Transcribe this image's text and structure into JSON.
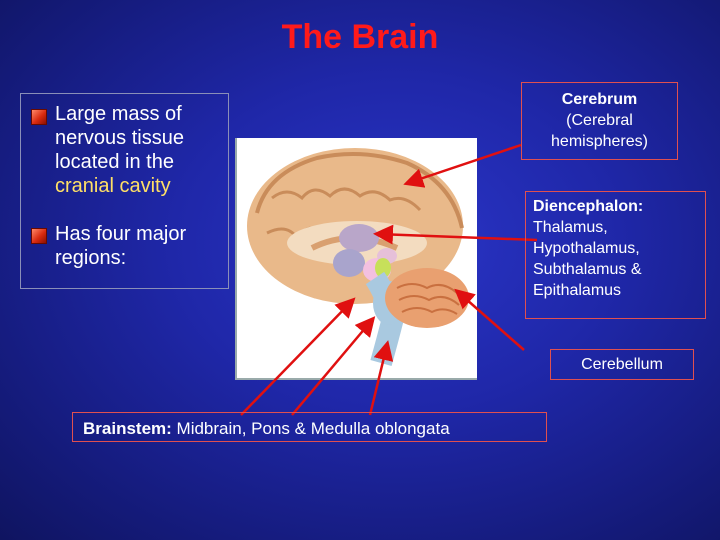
{
  "slide": {
    "title": "The Brain",
    "bullets": [
      {
        "text_pre": "Large mass of nervous tissue located in the ",
        "highlight": "cranial cavity"
      },
      {
        "text": "Has four major regions:"
      }
    ]
  },
  "labels": {
    "cerebrum": {
      "line1": "Cerebrum",
      "line2": "(Cerebral",
      "line3": "hemispheres)"
    },
    "diencephalon": {
      "heading": "Diencephalon:",
      "line1": "Thalamus,",
      "line2": "Hypothalamus,",
      "line3": "Subthalamus &",
      "line4": "Epithalamus"
    },
    "cerebellum": {
      "text": "Cerebellum"
    },
    "brainstem": {
      "heading": "Brainstem:",
      "rest": " Midbrain, Pons & Medulla oblongata"
    }
  },
  "colors": {
    "title": "#ff1a1a",
    "arrow": "#e01010",
    "label_border": "#e05050",
    "highlight": "#ffe066",
    "background": "#1f27a8"
  }
}
